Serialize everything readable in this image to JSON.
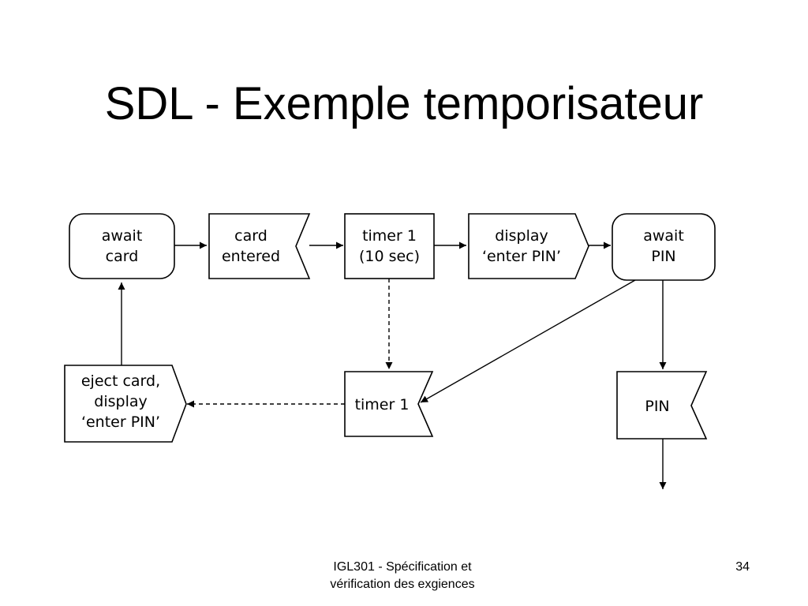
{
  "slide": {
    "title": "SDL - Exemple temporisateur",
    "footer_line1": "IGL301 - Spécification et",
    "footer_line2": "vérification des exgiences",
    "page_number": "34"
  },
  "diagram": {
    "nodes": {
      "await_card": {
        "kind": "state",
        "lines": [
          "await",
          "card"
        ]
      },
      "card_entered": {
        "kind": "input",
        "lines": [
          "card",
          "entered"
        ]
      },
      "timer_set": {
        "kind": "task",
        "lines": [
          "timer 1",
          "(10 sec)"
        ]
      },
      "display_enter_pin": {
        "kind": "output",
        "lines": [
          "display",
          "‘enter PIN’"
        ]
      },
      "await_pin": {
        "kind": "state",
        "lines": [
          "await",
          "PIN"
        ]
      },
      "timer_expired": {
        "kind": "input",
        "lines": [
          "timer 1"
        ]
      },
      "eject_card": {
        "kind": "output",
        "lines": [
          "eject card,",
          "display",
          "‘enter PIN’"
        ]
      },
      "pin_input": {
        "kind": "input",
        "lines": [
          "PIN"
        ]
      }
    }
  }
}
